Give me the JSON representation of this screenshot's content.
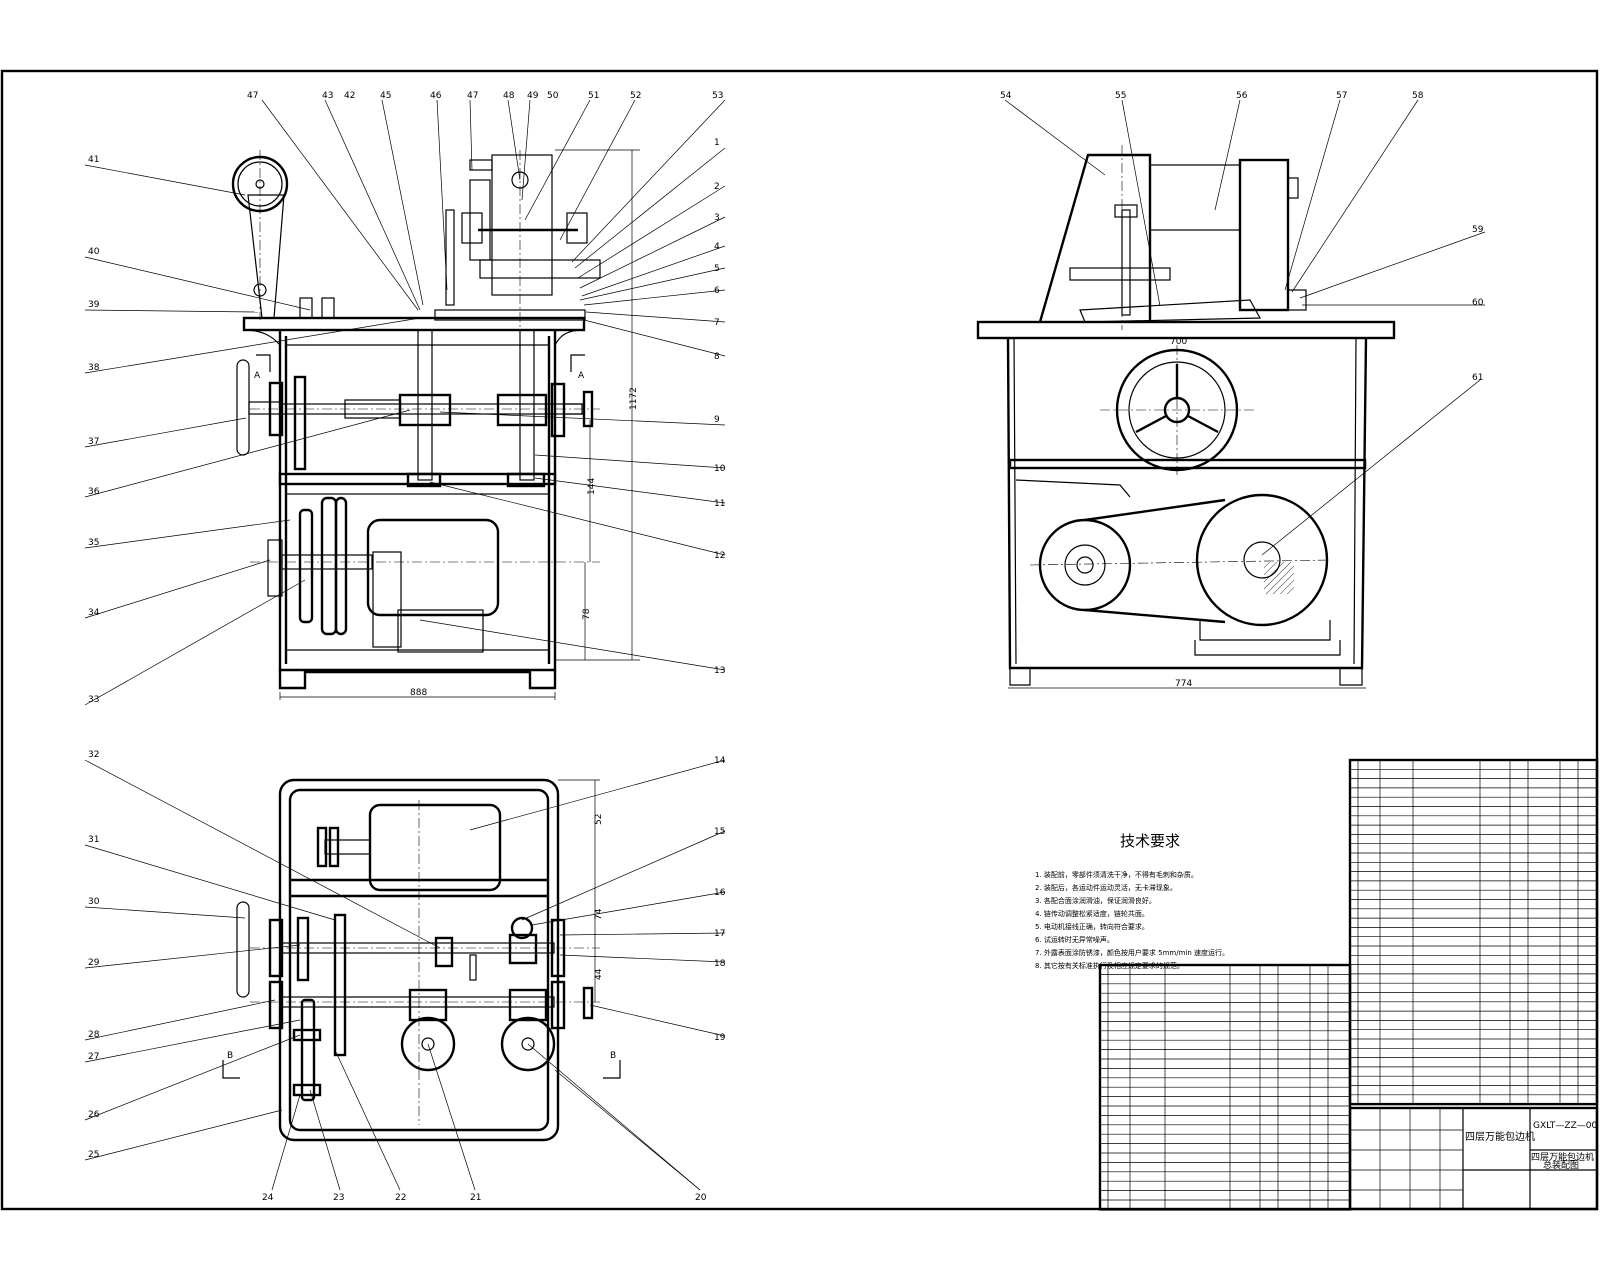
{
  "drawing": {
    "part_labels_front": [
      "47",
      "43",
      "42",
      "45",
      "46",
      "47",
      "48",
      "49",
      "50",
      "51",
      "52",
      "53",
      "1",
      "2",
      "3",
      "4",
      "5",
      "6",
      "7",
      "8",
      "9",
      "10",
      "11",
      "12",
      "13",
      "41",
      "40",
      "39",
      "38",
      "37",
      "36",
      "35",
      "34",
      "33"
    ],
    "part_labels_side": [
      "54",
      "55",
      "56",
      "57",
      "58",
      "59",
      "60",
      "61"
    ],
    "part_labels_plan": [
      "32",
      "31",
      "30",
      "29",
      "28",
      "27",
      "26",
      "25",
      "24",
      "23",
      "22",
      "21",
      "20",
      "19",
      "18",
      "17",
      "16",
      "15",
      "14"
    ],
    "section_marks": [
      "A",
      "A",
      "B",
      "B"
    ],
    "dimensions": {
      "front_height": "1172",
      "front_mid": "144",
      "front_low": "78",
      "front_width": "888",
      "side_top_width": "700",
      "side_width": "774",
      "plan_top": "52",
      "plan_mid": "74",
      "plan_low": "44"
    },
    "tech_requirements": {
      "heading": "技术要求",
      "items": [
        "1. 装配前，零部件须清洗干净，不得有毛刺和杂质。",
        "2. 装配后，各运动件运动灵活，无卡滞现象。",
        "3. 各配合面涂润滑油，保证润滑良好。",
        "4. 链传动调整松紧适度，链轮共面。",
        "5. 电动机接线正确，转向符合要求。",
        "6. 试运转时无异常噪声。",
        "7. 外露表面涂防锈漆，颜色按用户要求 5mm/min 速度运行。",
        "8. 其它按有关标准执行及相应规定要求的规范。"
      ]
    },
    "title_block": {
      "drawing_no": "GXLT—ZZ—00",
      "name_line1": "四层万能包边机",
      "name_line2": "总装配图"
    }
  }
}
